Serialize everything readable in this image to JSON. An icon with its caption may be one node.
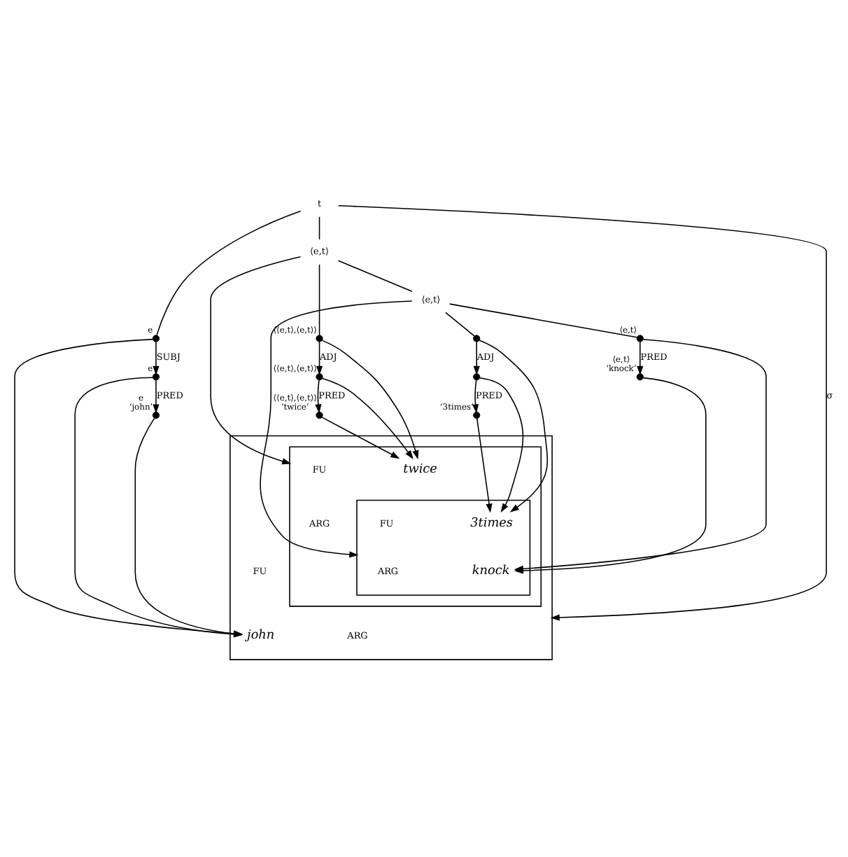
{
  "diagram": {
    "nodes": [
      {
        "text": [
          "t"
        ]
      },
      {
        "text": [
          "⟨e,t⟩"
        ]
      },
      {
        "text": [
          "⟨e,t⟩"
        ]
      },
      {
        "text": [],
        "shape": "circle",
        "beside": [
          "e"
        ]
      },
      {
        "text": [],
        "shape": "circle",
        "beside": [
          "e"
        ]
      },
      {
        "text": [],
        "shape": "circle",
        "beside": [
          "e",
          "‘john’"
        ]
      },
      {
        "text": [],
        "shape": "circle",
        "beside": [
          "⟨⟨e,t⟩,⟨e,t⟩⟩"
        ]
      },
      {
        "text": [],
        "shape": "circle",
        "beside": [
          "⟨⟨e,t⟩,⟨e,t⟩⟩"
        ]
      },
      {
        "text": [],
        "shape": "circle",
        "beside": [
          "⟨⟨e,t⟩,⟨e,t⟩⟩",
          "‘twice’"
        ]
      },
      {
        "text": [],
        "shape": "circle"
      },
      {
        "text": [],
        "shape": "circle"
      },
      {
        "text": [],
        "shape": "circle",
        "beside": [
          "‘3times’"
        ]
      },
      {
        "text": [],
        "shape": "circle",
        "beside": [
          "⟨e,t⟩"
        ]
      },
      {
        "text": [],
        "shape": "circle",
        "beside": [
          "⟨e,t⟩",
          "‘knock’"
        ]
      },
      {
        "text": [],
        "shape": "box"
      },
      {
        "text": [],
        "shape": "box",
        "in": 14
      },
      {
        "text": [
          "twice"
        ],
        "in": 15
      },
      {
        "text": [],
        "shape": "box",
        "in": 15
      },
      {
        "text": [
          "3times"
        ],
        "in": 17
      },
      {
        "text": [
          "knock"
        ],
        "in": 17
      },
      {
        "text": [
          "john"
        ],
        "in": 14
      }
    ],
    "edges": [
      {
        "from": 0,
        "to": 3,
        "arrow": "none"
      },
      {
        "from": 0,
        "to": 1,
        "arrow": "none"
      },
      {
        "from": 1,
        "to": 6,
        "arrow": "none"
      },
      {
        "from": 1,
        "to": 2,
        "arrow": "none"
      },
      {
        "from": 2,
        "to": 9,
        "arrow": "none"
      },
      {
        "from": 2,
        "to": 12,
        "arrow": "none"
      },
      {
        "from": 3,
        "to": 4,
        "arrow": "to",
        "label": "SUBJ"
      },
      {
        "from": 4,
        "to": 5,
        "arrow": "to",
        "label": "PRED"
      },
      {
        "from": 6,
        "to": 7,
        "arrow": "to",
        "label": "ADJ"
      },
      {
        "from": 7,
        "to": 8,
        "arrow": "to",
        "label": "PRED"
      },
      {
        "from": 9,
        "to": 10,
        "arrow": "to",
        "label": "ADJ"
      },
      {
        "from": 10,
        "to": 11,
        "arrow": "to",
        "label": "PRED"
      },
      {
        "from": 12,
        "to": 13,
        "arrow": "to",
        "label": "PRED"
      },
      {
        "from": 0,
        "to": 14,
        "arrow": "to",
        "label": "σ"
      },
      {
        "from": 1,
        "to": 15,
        "arrow": "to"
      },
      {
        "from": 2,
        "to": 17,
        "arrow": "to"
      },
      {
        "from": 3,
        "to": 20,
        "arrow": "to"
      },
      {
        "from": 4,
        "to": 20,
        "arrow": "to"
      },
      {
        "from": 5,
        "to": 20,
        "arrow": "to"
      },
      {
        "from": 6,
        "to": 16,
        "arrow": "to"
      },
      {
        "from": 7,
        "to": 16,
        "arrow": "to"
      },
      {
        "from": 8,
        "to": 16,
        "arrow": "to"
      },
      {
        "from": 9,
        "to": 18,
        "arrow": "to"
      },
      {
        "from": 10,
        "to": 18,
        "arrow": "to"
      },
      {
        "from": 11,
        "to": 18,
        "arrow": "to"
      },
      {
        "from": 12,
        "to": 19,
        "arrow": "to"
      },
      {
        "from": 13,
        "to": 19,
        "arrow": "to"
      }
    ],
    "labels": [
      "FU",
      "FU",
      "ARG",
      "FU",
      "ARG",
      "ARG"
    ]
  }
}
